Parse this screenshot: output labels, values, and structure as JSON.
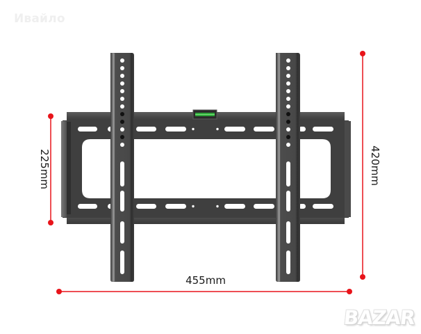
{
  "watermarks": {
    "top_left": "Ивайло",
    "bottom_right": "BAZAR"
  },
  "dimensions": {
    "width_label": "455mm",
    "height_label": "420mm",
    "inner_height_label": "225mm"
  },
  "colors": {
    "dimension_line": "#e8141a",
    "bracket_dark": "#3a3a3a",
    "bracket_mid": "#4a4a4a",
    "bracket_light": "#666666",
    "level_green": "#2fa83a",
    "background": "#ffffff"
  },
  "product": {
    "subject": "TV wall mount bracket",
    "has_bubble_level": true
  }
}
